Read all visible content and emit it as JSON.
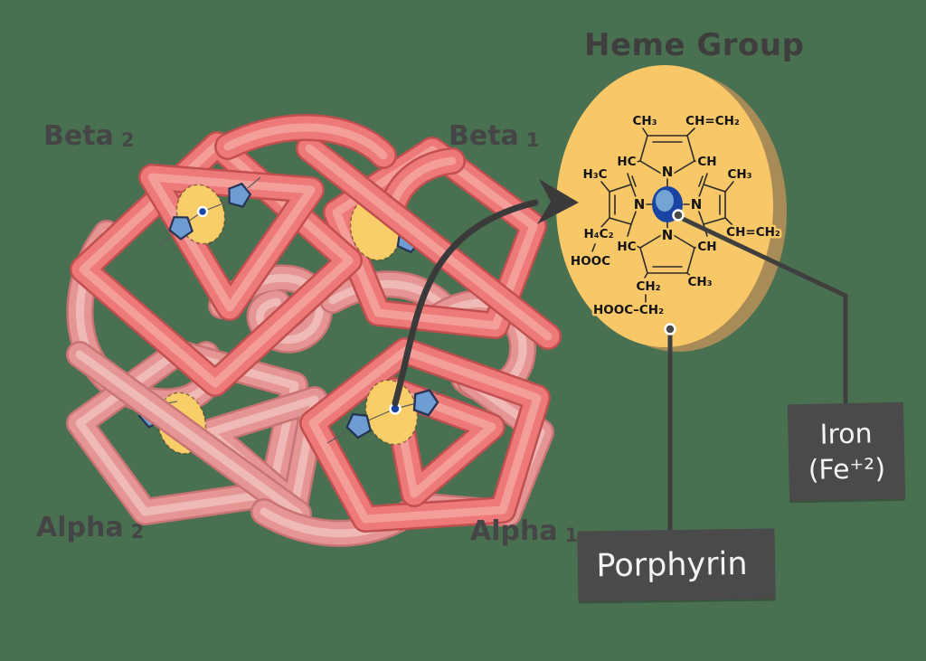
{
  "palette": {
    "background": "#4A7052",
    "tube_dark": "#ED7A79",
    "tube_dark_outline": "#C14F4F",
    "tube_dark_highlight": "#F49E9A",
    "tube_light": "#E59694",
    "tube_light_outline": "#C97472",
    "tube_light_highlight": "#EFB9B6",
    "heme_disc": "#F9CD68",
    "heme_circle": "#F8C767",
    "heme_circle_shadow": "#A98B57",
    "iron_outer": "#1A44A3",
    "iron_inner": "#74A4D4",
    "pentagon_blue": "#6F9CD2",
    "label_dark": "#454545",
    "box_bg": "#4A4A4A",
    "box_text": "#F4F4F4",
    "chem_text": "#141414",
    "connector": "#3F3F3F"
  },
  "title": {
    "text": "Heme Group"
  },
  "subunits": [
    {
      "name": "Beta",
      "sub": "2"
    },
    {
      "name": "Beta",
      "sub": "1"
    },
    {
      "name": "Alpha",
      "sub": "2"
    },
    {
      "name": "Alpha",
      "sub": "1"
    }
  ],
  "callouts": {
    "iron": {
      "line1": "Iron",
      "line2": "(Fe⁺²)"
    },
    "porphyrin": {
      "label": "Porphyrin"
    }
  },
  "heme_structure": {
    "nitrogens": [
      "N",
      "N",
      "N",
      "N"
    ],
    "groups": {
      "top_left_methyl": "CH₃",
      "top_right_vinyl": "CH=CH₂",
      "upper_left_bridge": "HC",
      "upper_right_bridge": "CH",
      "left_methyl": "H₃C",
      "right_methyl": "CH₃",
      "right_vinyl": "CH=CH₂",
      "lower_left_ethyl": "H₄C₂",
      "lower_left_acid": "HOOC",
      "lower_left_bridge": "HC",
      "lower_right_bridge": "CH",
      "bottom_methylene": "CH₂",
      "bottom_right_methyl": "CH₃",
      "bottom_acid_chain": "HOOC–CH₂"
    }
  }
}
